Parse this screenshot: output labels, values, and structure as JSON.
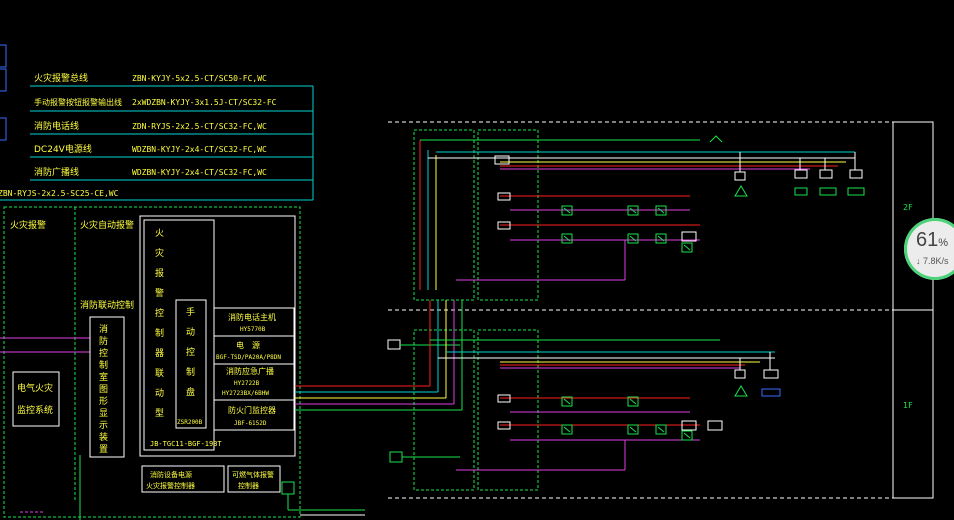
{
  "legend": {
    "rows": [
      {
        "label": "火灾报警总线",
        "cable": "ZBN-KYJY-5x2.5-CT/SC50-FC,WC"
      },
      {
        "label": "手动报警按钮报警输出线",
        "cable": "2xWDZBN-KYJY-3x1.5J-CT/SC32-FC"
      },
      {
        "label": "消防电话线",
        "cable": "ZDN-RYJS-2x2.5-CT/SC32-FC,WC"
      },
      {
        "label": "DC24V电源线",
        "cable": "WDZBN-KYJY-2x4-CT/SC32-FC,WC"
      },
      {
        "label": "消防广播线",
        "cable": "WDZBN-KYJY-2x4-CT/SC32-FC,WC"
      }
    ],
    "extra_cable": "ZBN-RYJS-2x2.5-SC25-CE,WC"
  },
  "control_room": {
    "col1_title": "火灾报警",
    "col2_title": "火灾自动报警",
    "linkage_title": "消防联动控制",
    "linkage_box": [
      "消",
      "防",
      "控",
      "制",
      "室",
      "图",
      "形",
      "显",
      "示",
      "装",
      "置"
    ],
    "fire_panel_vertical": [
      "火",
      "灾",
      "报",
      "警",
      "控",
      "制",
      "器",
      "联",
      "动",
      "型"
    ],
    "fire_panel_model": "JB-TGC11-BGF-193T",
    "manual_panel_vertical": [
      "手",
      "动",
      "控",
      "制",
      "盘"
    ],
    "manual_panel_model": "ZSR200B",
    "modules": [
      {
        "name": "消防电话主机",
        "model": "HY5770B"
      },
      {
        "name": "电　源",
        "model": "BGF-TSD/PA20A/P8DN"
      },
      {
        "name": "消防应急广播",
        "model": "HY2722B",
        "model2": "HY2723BX/6BHW"
      },
      {
        "name": "防火门监控器",
        "model": "JBF-6152D"
      }
    ],
    "elec_monitor": [
      "电气火灾",
      "监控系统"
    ],
    "bottom_box1": [
      "消防设备电源",
      "火灾报警控制器"
    ],
    "bottom_box2": [
      "可燃气体报警",
      "控制器"
    ]
  },
  "floors": {
    "upper": "2F",
    "lower": "1F"
  },
  "widget": {
    "percent": "61",
    "percent_unit": "%",
    "rate": "↓ 7.8K/s"
  },
  "colors": {
    "background": "#000000",
    "green": "#19e34a",
    "cyan": "#00d4d4",
    "red": "#ff2020",
    "yellow": "#ffff40",
    "magenta": "#e040e0",
    "white": "#ffffff",
    "blue": "#3a6cff"
  }
}
